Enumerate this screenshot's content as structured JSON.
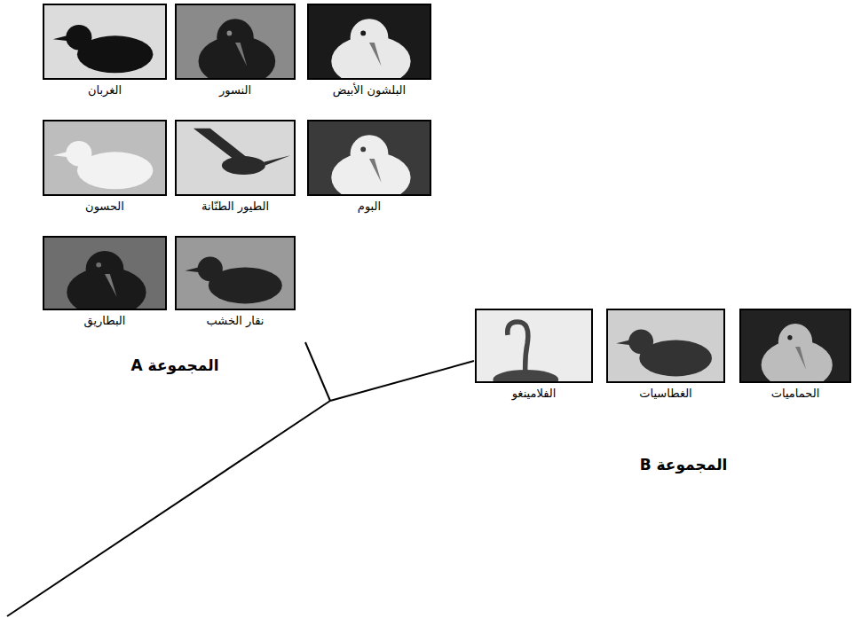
{
  "diagram": {
    "nodes": [
      {
        "text": [
          "البلشون الأبيض"
        ]
      },
      {
        "text": [
          "النسور"
        ]
      },
      {
        "text": [
          "الغربان"
        ]
      },
      {
        "text": [
          "البوم"
        ]
      },
      {
        "text": [
          "الطيور الطنّانة"
        ]
      },
      {
        "text": [
          "الحسون"
        ]
      },
      {
        "text": [
          "نقار الخشب"
        ]
      },
      {
        "text": [
          "البطاريق"
        ]
      },
      {
        "text": [
          "الحماميات"
        ]
      },
      {
        "text": [
          "الغطاسيات"
        ]
      },
      {
        "text": [
          "الفلامينغو"
        ]
      }
    ],
    "labels": [
      "المجموعة A",
      "المجموعة B"
    ]
  }
}
